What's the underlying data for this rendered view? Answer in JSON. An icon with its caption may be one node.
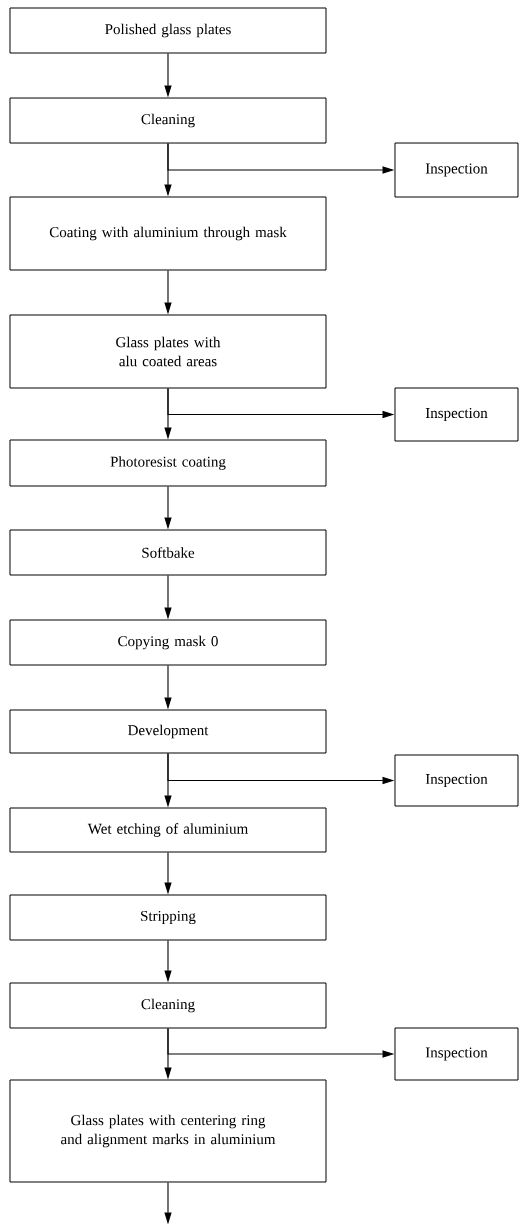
{
  "diagram": {
    "nodes": [
      {
        "text": [
          "Polished glass plates"
        ]
      },
      {
        "text": [
          "Cleaning"
        ]
      },
      {
        "text": [
          "Inspection"
        ]
      },
      {
        "text": [
          "Coating with aluminium through mask"
        ]
      },
      {
        "text": [
          "Glass plates with alu coated areas"
        ]
      },
      {
        "text": [
          "Inspection"
        ]
      },
      {
        "text": [
          "Photoresist coating"
        ]
      },
      {
        "text": [
          "Softbake"
        ]
      },
      {
        "text": [
          "Copying mask 0"
        ]
      },
      {
        "text": [
          "Development"
        ]
      },
      {
        "text": [
          "Inspection"
        ]
      },
      {
        "text": [
          "Wet etching of aluminium"
        ]
      },
      {
        "text": [
          "Stripping"
        ]
      },
      {
        "text": [
          "Cleaning"
        ]
      },
      {
        "text": [
          "Inspection"
        ]
      },
      {
        "text": [
          "Glass plates with centering ring and alignment marks in aluminium"
        ]
      }
    ],
    "edges": [
      {
        "from": 0,
        "to": 1,
        "arrow": "to"
      },
      {
        "from": 1,
        "to": 3,
        "arrow": "to"
      },
      {
        "from": 1,
        "to": 2,
        "arrow": "to"
      },
      {
        "from": 3,
        "to": 4,
        "arrow": "to"
      },
      {
        "from": 4,
        "to": 6,
        "arrow": "to"
      },
      {
        "from": 4,
        "to": 5,
        "arrow": "to"
      },
      {
        "from": 6,
        "to": 7,
        "arrow": "to"
      },
      {
        "from": 7,
        "to": 8,
        "arrow": "to"
      },
      {
        "from": 8,
        "to": 9,
        "arrow": "to"
      },
      {
        "from": 9,
        "to": 11,
        "arrow": "to"
      },
      {
        "from": 9,
        "to": 10,
        "arrow": "to"
      },
      {
        "from": 11,
        "to": 12,
        "arrow": "to"
      },
      {
        "from": 12,
        "to": 13,
        "arrow": "to"
      },
      {
        "from": 13,
        "to": 15,
        "arrow": "to"
      },
      {
        "from": 13,
        "to": 14,
        "arrow": "to"
      },
      {
        "from": 15,
        "to": null,
        "arrow": "to"
      }
    ]
  }
}
